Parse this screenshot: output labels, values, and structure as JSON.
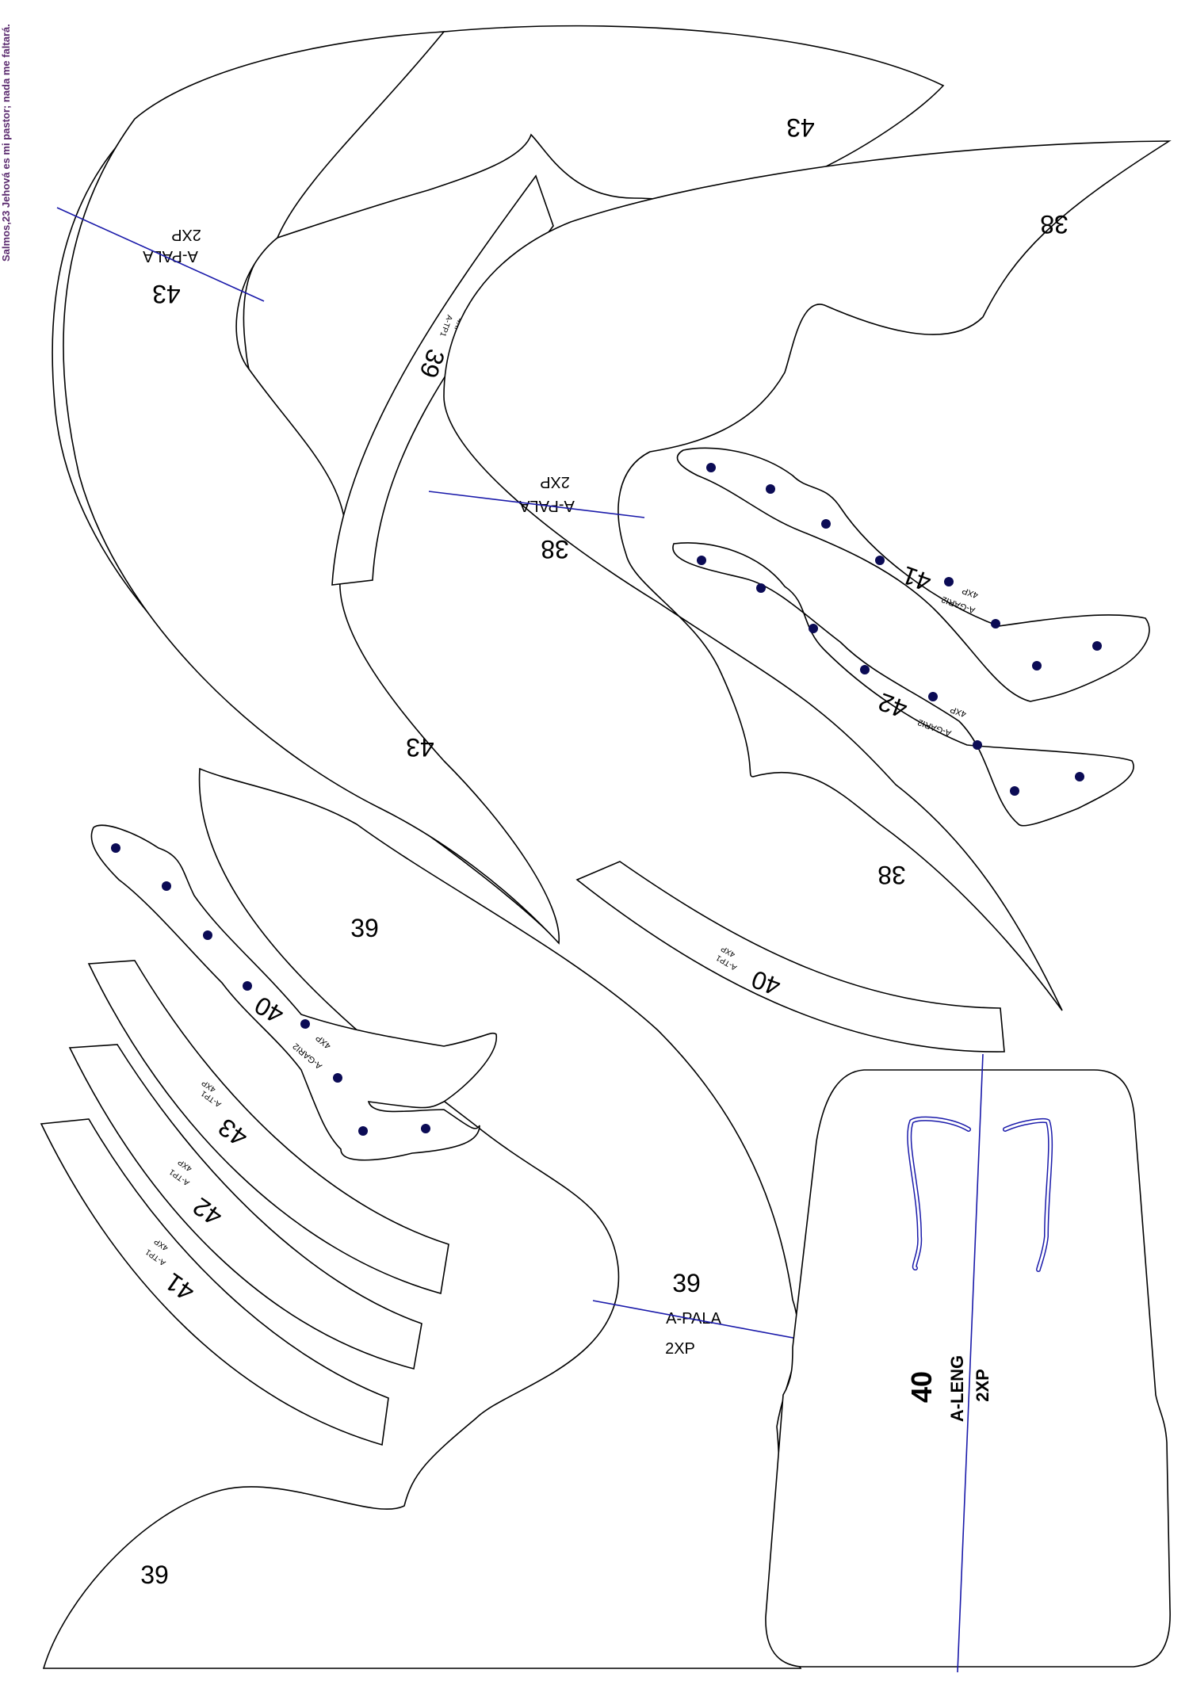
{
  "side_note": "Salmos,23 Jehová es mi pastor; nada me faltará.",
  "colors": {
    "outline": "#000000",
    "grainline": "#1a1aaa",
    "marker_dot": "#0b0b55",
    "side_note": "#5a2a6e"
  },
  "pieces": {
    "pala_43": {
      "size": "43",
      "name": "A-PALA",
      "qty": "2XP",
      "size_lower": "43",
      "size_top": "43"
    },
    "pala_38": {
      "size": "38",
      "name": "A-PALA",
      "qty": "2XP",
      "size_top": "38",
      "size_lower": "38"
    },
    "pala_39": {
      "size": "39",
      "name": "A-PALA",
      "qty": "2XP",
      "size_upper": "39",
      "size_bottom": "39"
    },
    "tp1_39": {
      "size": "39",
      "name": "A-TP1",
      "qty": "4XP"
    },
    "tp1_40": {
      "size": "40",
      "name": "A-TP1",
      "qty": "4XP"
    },
    "tp1_43": {
      "size": "43",
      "name": "A-TP1",
      "qty": "4XP"
    },
    "tp1_42": {
      "size": "42",
      "name": "A-TP1",
      "qty": "4XP"
    },
    "tp1_41": {
      "size": "41",
      "name": "A-TP1",
      "qty": "4XP"
    },
    "gari2_41": {
      "size": "41",
      "name": "A-GARI2",
      "qty": "4XP"
    },
    "gari2_42": {
      "size": "42",
      "name": "A-GARI2",
      "qty": "4XP"
    },
    "gari2_40": {
      "size": "40",
      "name": "A-GARI2",
      "qty": "4XP"
    },
    "leng_40": {
      "size": "40",
      "name": "A-LENG",
      "qty": "2XP"
    }
  }
}
